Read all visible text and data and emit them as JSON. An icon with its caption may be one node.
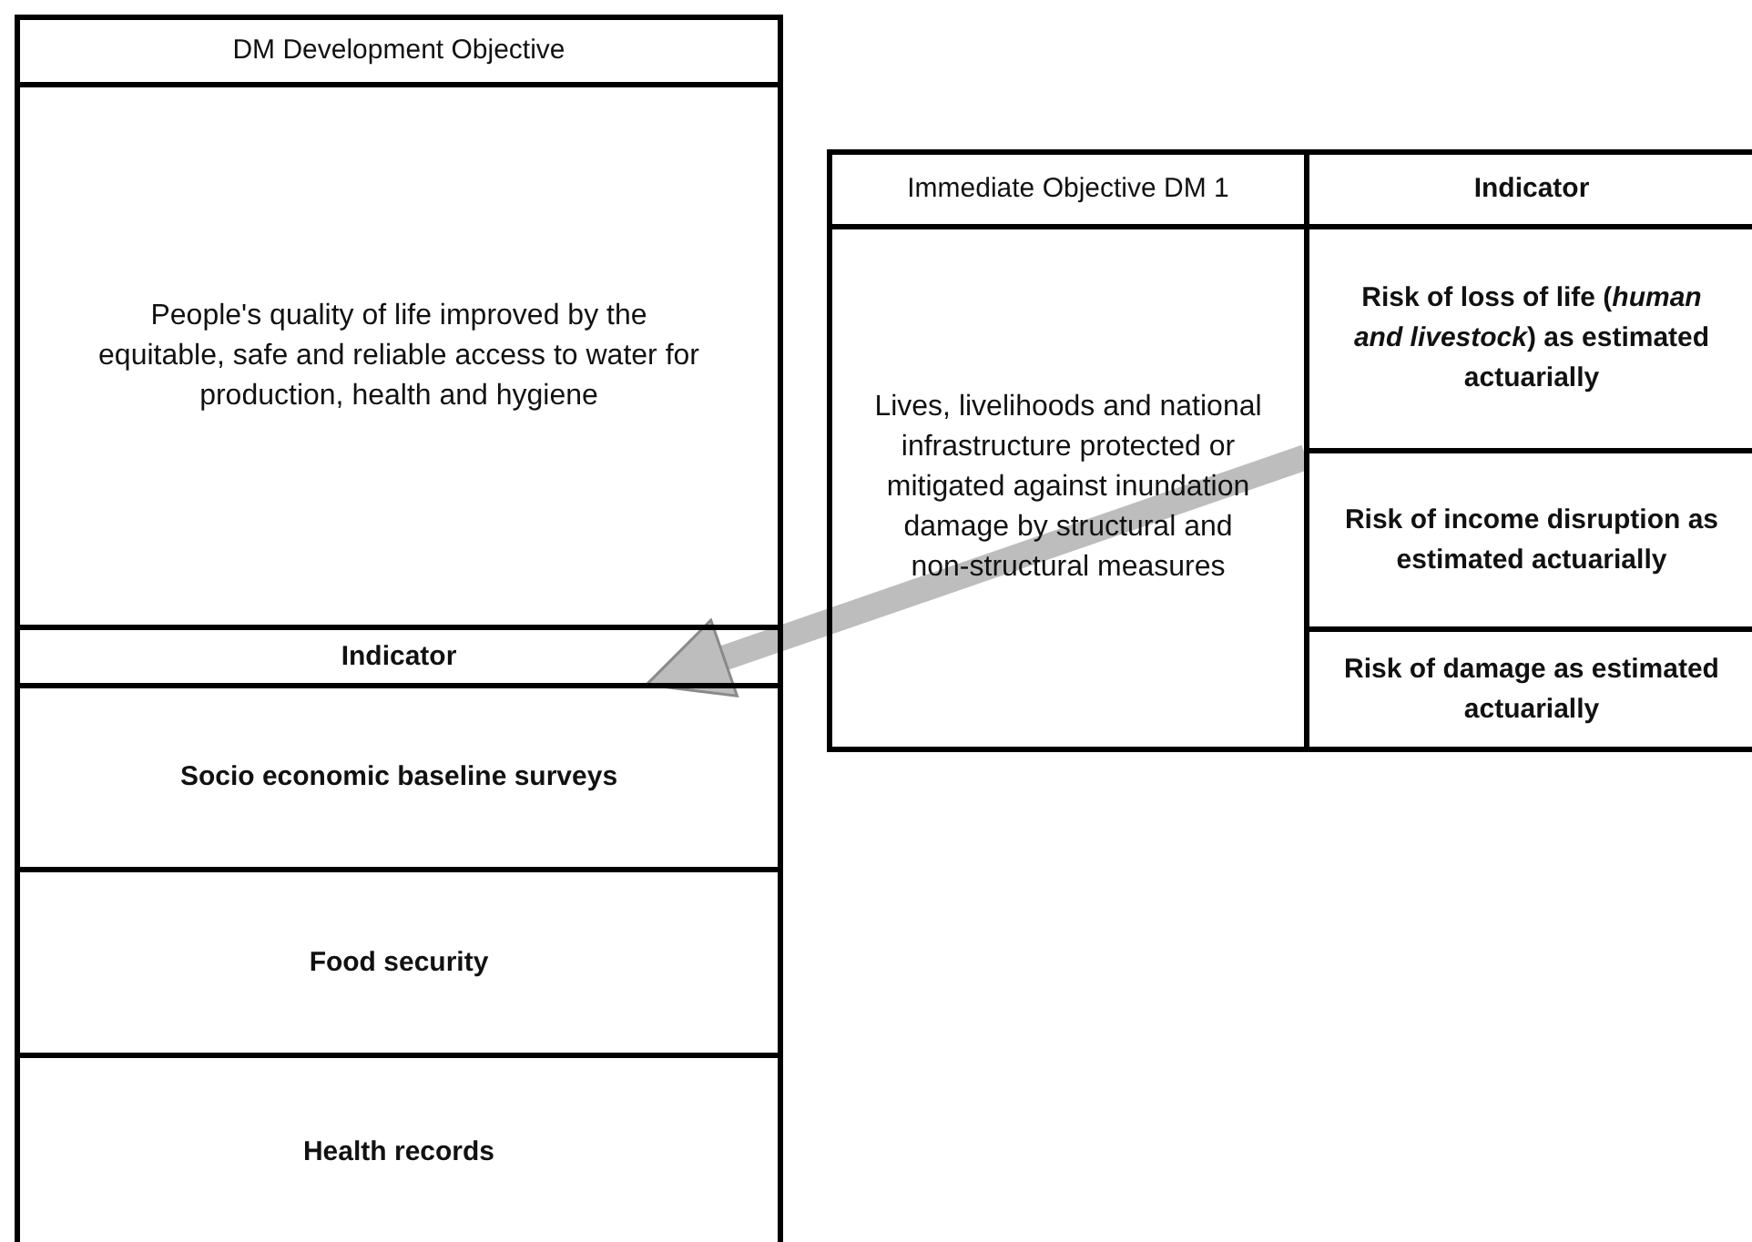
{
  "diagram": {
    "nodes": [
      {
        "text": [
          "DM Development Objective"
        ]
      },
      {
        "text": [
          "People's quality of life improved by the equitable, safe and reliable access to water for production, health and hygiene"
        ]
      },
      {
        "text": [
          "Indicator"
        ]
      },
      {
        "text": [
          "Socio economic baseline surveys"
        ]
      },
      {
        "text": [
          "Food security"
        ]
      },
      {
        "text": [
          "Health records"
        ]
      },
      {
        "text": [
          "Immediate Objective DM 1"
        ]
      },
      {
        "text": [
          "Indicator"
        ]
      },
      {
        "text": [
          "Lives, livelihoods and national infrastructure protected or mitigated against inundation damage by structural and non-structural measures"
        ]
      },
      {
        "text": [
          "Risk of loss of life (*human and livestock*) as estimated actuarially"
        ]
      },
      {
        "text": [
          "Risk of income disruption as estimated actuarially"
        ]
      },
      {
        "text": [
          "Risk of damage as estimated actuarially"
        ]
      }
    ],
    "edges": [
      {
        "from": 8,
        "to": 2,
        "arrow": "to"
      }
    ]
  }
}
